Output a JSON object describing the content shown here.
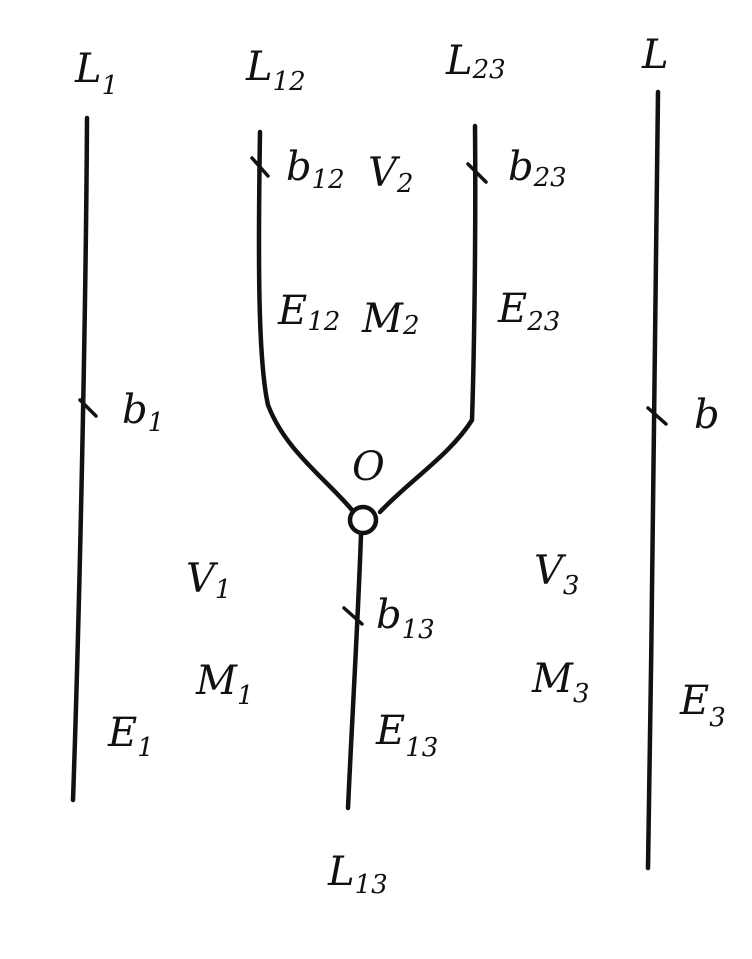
{
  "diagram": {
    "labels": {
      "L1": {
        "main": "L",
        "sub": "1"
      },
      "L12": {
        "main": "L",
        "sub": "12"
      },
      "L23": {
        "main": "L",
        "sub": "23"
      },
      "L": {
        "main": "L",
        "sub": ""
      },
      "L13": {
        "main": "L",
        "sub": "13"
      },
      "b12": {
        "main": "b",
        "sub": "12"
      },
      "b23": {
        "main": "b",
        "sub": "23"
      },
      "b1": {
        "main": "b",
        "sub": "1"
      },
      "b": {
        "main": "b",
        "sub": ""
      },
      "b13": {
        "main": "b",
        "sub": "13"
      },
      "V1": {
        "main": "V",
        "sub": "1"
      },
      "V2": {
        "main": "V",
        "sub": "2"
      },
      "V3": {
        "main": "V",
        "sub": "3"
      },
      "M1": {
        "main": "M",
        "sub": "1"
      },
      "M2": {
        "main": "M",
        "sub": "2"
      },
      "M3": {
        "main": "M",
        "sub": "3"
      },
      "E1": {
        "main": "E",
        "sub": "1"
      },
      "E12": {
        "main": "E",
        "sub": "12"
      },
      "E23": {
        "main": "E",
        "sub": "23"
      },
      "E13": {
        "main": "E",
        "sub": "13"
      },
      "E3": {
        "main": "E",
        "sub": "3"
      },
      "O": {
        "main": "O",
        "sub": ""
      }
    }
  }
}
